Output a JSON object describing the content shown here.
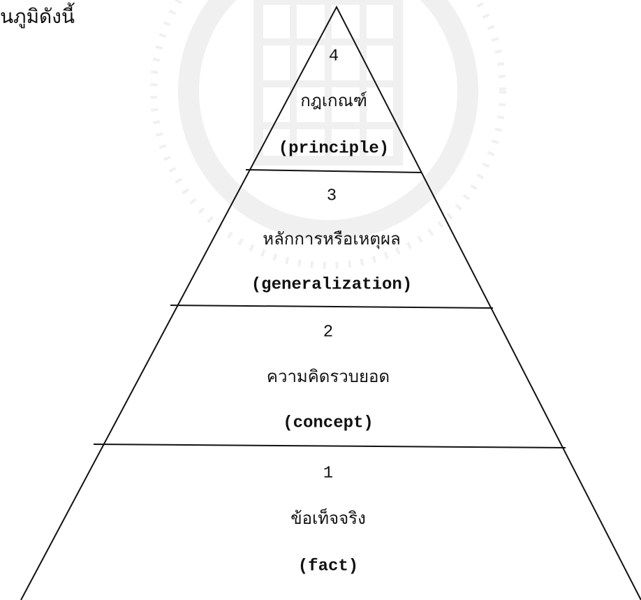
{
  "heading": "นภูมิดังนี้",
  "levels": [
    {
      "number": "4",
      "thai": "กฎเกณฑ์",
      "english": "(principle)"
    },
    {
      "number": "3",
      "thai": "หลักการหรือเหตุผล",
      "english": "(generalization)"
    },
    {
      "number": "2",
      "thai": "ความคิดรวบยอด",
      "english": "(concept)"
    },
    {
      "number": "1",
      "thai": "ข้อเท็จจริง",
      "english": "(fact)"
    }
  ],
  "colors": {
    "line": "#111111",
    "text": "#111111",
    "watermark": "#777777"
  }
}
